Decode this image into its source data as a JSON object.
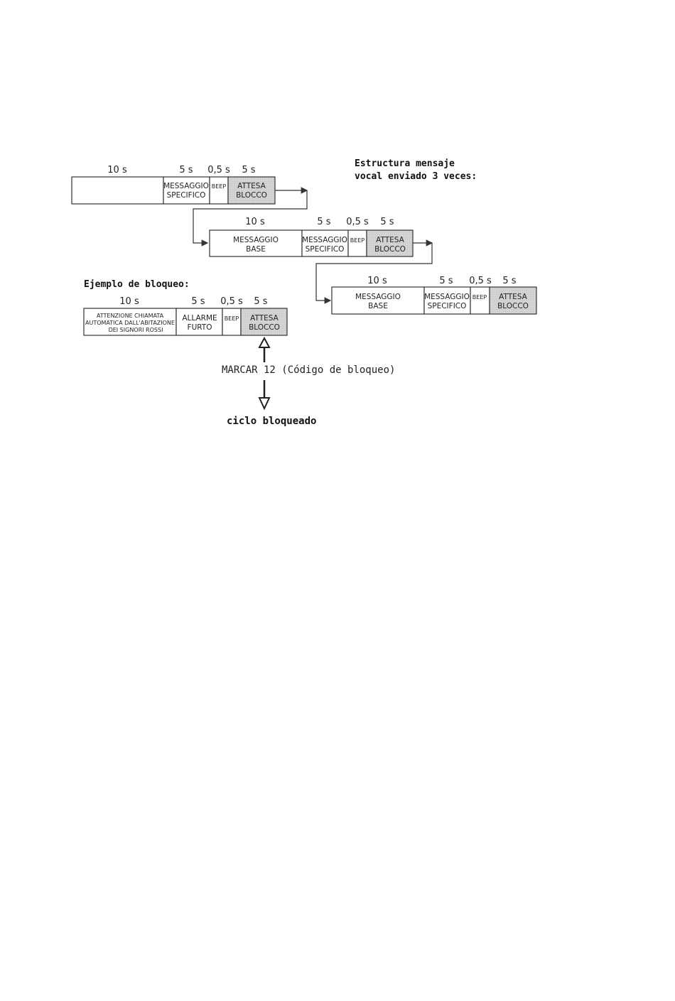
{
  "header": {
    "line1": "Estructura mensaje",
    "line2": "vocal enviado 3 veces:"
  },
  "durations": {
    "d10": "10 s",
    "d5": "5 s",
    "d05": "0,5 s"
  },
  "cells": {
    "messaggio_base_1": "MESSAGGIO",
    "messaggio_base_2": "BASE",
    "specifico_1": "MESSAGGIO",
    "specifico_2": "SPECIFICO",
    "beep": "BEEP",
    "attesa_1": "ATTESA",
    "attesa_2": "BLOCCO"
  },
  "example": {
    "title": "Ejemplo de bloqueo:",
    "msg_line1": "ATTENZIONE CHIAMATA",
    "msg_line2": "AUTOMATICA DALL'ABITAZIONE",
    "msg_line3": "DEI SIGNORI ROSSI",
    "alarm_1": "ALLARME",
    "alarm_2": "FURTO",
    "marcar": "MARCAR 12 (Código de bloqueo)",
    "result": "ciclo bloqueado"
  },
  "colors": {
    "stroke": "#333333",
    "gray_fill": "#cfcfcf"
  }
}
